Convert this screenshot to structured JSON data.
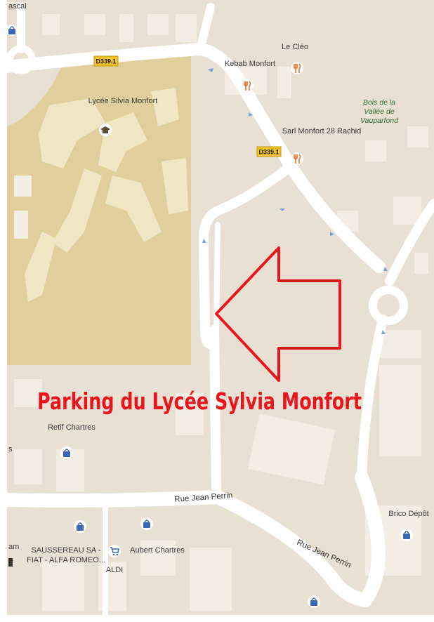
{
  "map": {
    "annotation_text": "Parking du Lycée Sylvia Monfort",
    "annotation_color": "#e8141e",
    "road_shields": [
      {
        "label": "D339.1"
      },
      {
        "label": "D339.1"
      }
    ],
    "places": {
      "lycee": "Lycée Silvia Monfort",
      "kebab": "Kebab Monfort",
      "cleo": "Le Cléo",
      "sarl": "Sarl Monfort 28 Rachid",
      "bois_line1": "Bois de la",
      "bois_line2": "Vallée de",
      "bois_line3": "Vauparfond",
      "retif": "Retif Chartres",
      "saussereau_line1": "SAUSSEREAU SA -",
      "saussereau_line2": "FIAT - ALFA ROMEO...",
      "aubert": "Aubert Chartres",
      "aldi": "ALDI",
      "brico": "Brico Dépôt",
      "edge_top_left": "ascal",
      "edge_left_s": "s",
      "edge_left_am": "am"
    },
    "streets": {
      "jean_perrin_1": "Rue Jean Perrin",
      "jean_perrin_2": "Rue Jean Perrin"
    },
    "colors": {
      "land": "#e8e0d3",
      "school": "#e0cf9c",
      "road": "#ffffff",
      "building": "#f3ede4",
      "shield": "#f5c22a",
      "poi_food": "#e8722c",
      "poi_shop": "#3b68b4",
      "poi_school": "#5a4a3a",
      "park_text": "#2f6b2f"
    },
    "icons": [
      "restaurant-icon",
      "shopping-bag-icon",
      "school-icon",
      "shopping-cart-icon"
    ]
  }
}
